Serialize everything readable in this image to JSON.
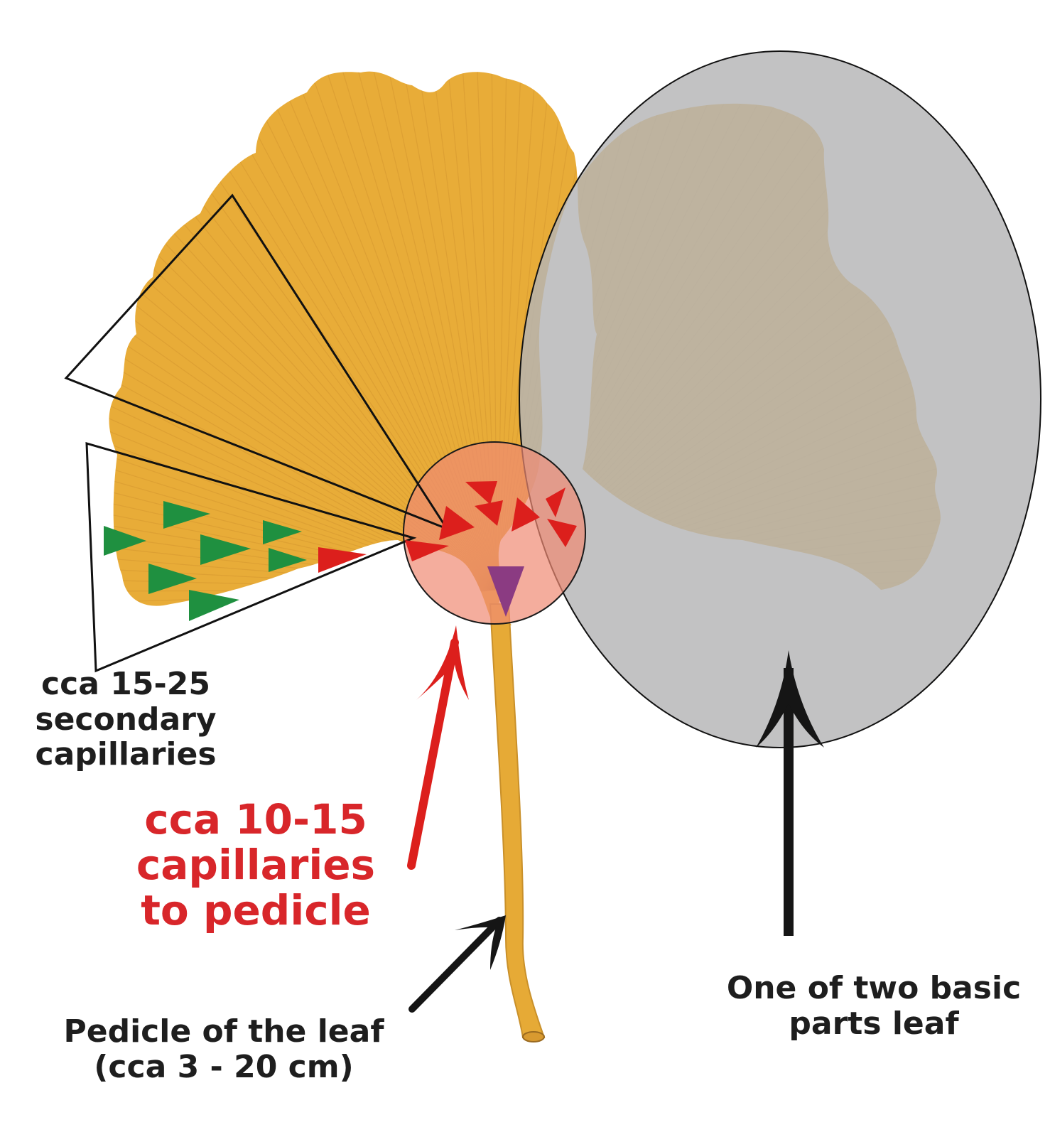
{
  "labels": {
    "secondary_capillaries": [
      "cca 15-25",
      "secondary",
      "capillaries"
    ],
    "capillaries_to_pedicle": [
      "cca 10-15",
      "capillaries",
      "to pedicle"
    ],
    "pedicle": [
      "Pedicle of the leaf",
      "(cca 3 - 20 cm)"
    ],
    "basic_part": [
      "One of two basic",
      "parts leaf"
    ]
  },
  "colors": {
    "leaf": "#e8ac38",
    "leaf_vein": "#c98a2a",
    "grey_overlay": "#b4b4b6",
    "pink_circle": "#f08a74",
    "red_marker": "#dc1f1c",
    "green_marker": "#1f9040",
    "purple_marker": "#8b3b82",
    "black_arrow": "#151515"
  }
}
